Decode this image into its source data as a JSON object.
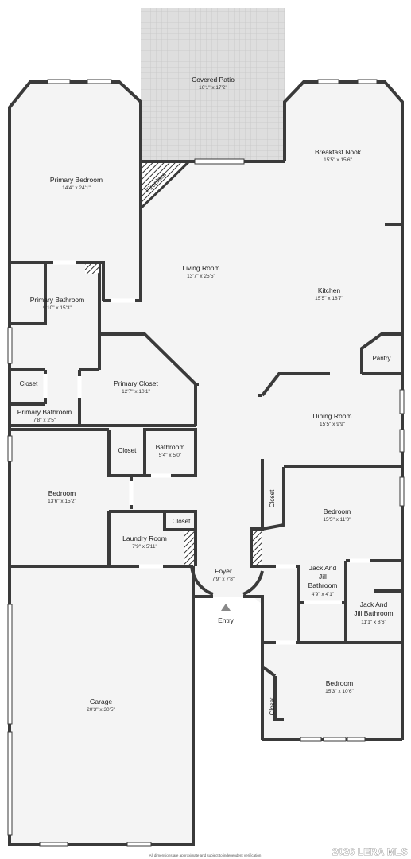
{
  "rooms": {
    "covered_patio": {
      "name": "Covered Patio",
      "dims": "16'1\" x 17'2\""
    },
    "breakfast_nook": {
      "name": "Breakfast Nook",
      "dims": "15'5\" x 15'6\""
    },
    "primary_bedroom": {
      "name": "Primary Bedroom",
      "dims": "14'4\" x 24'1\""
    },
    "living_room": {
      "name": "Living Room",
      "dims": "13'7\" x 25'5\""
    },
    "kitchen": {
      "name": "Kitchen",
      "dims": "15'5\" x 18'7\""
    },
    "primary_bathroom": {
      "name": "Primary Bathroom",
      "dims": "9'10\" x 15'3\""
    },
    "primary_closet": {
      "name": "Primary Closet",
      "dims": "12'7\" x 10'1\""
    },
    "primary_bathroom_2": {
      "name": "Primary Bathroom",
      "dims": "7'8\" x 2'5\""
    },
    "dining_room": {
      "name": "Dining Room",
      "dims": "15'5\" x 9'9\""
    },
    "bathroom": {
      "name": "Bathroom",
      "dims": "5'4\" x 5'0\""
    },
    "bedroom_west": {
      "name": "Bedroom",
      "dims": "13'6\" x 15'2\""
    },
    "bedroom_east": {
      "name": "Bedroom",
      "dims": "15'5\" x 11'0\""
    },
    "laundry_room": {
      "name": "Laundry Room",
      "dims": "7'9\" x 5'11\""
    },
    "foyer": {
      "name": "Foyer",
      "dims": "7'9\" x 7'8\""
    },
    "jack_jill_bath_small": {
      "name_l1": "Jack And",
      "name_l2": "Jill",
      "name_l3": "Bathroom",
      "dims": "4'9\" x 4'1\""
    },
    "jack_jill_bath_large": {
      "name_l1": "Jack And",
      "name_l2": "Jill Bathroom",
      "dims": "11'1\" x 8'6\""
    },
    "garage": {
      "name": "Garage",
      "dims": "20'3\" x 30'5\""
    },
    "bedroom_south": {
      "name": "Bedroom",
      "dims": "15'3\" x 10'6\""
    }
  },
  "labels": {
    "fireplace": "Fireplace",
    "pantry": "Pantry",
    "closet": "Closet",
    "entry": "Entry"
  },
  "footer": {
    "disclaimer": "All dimensions are approximate and subject to independent verification",
    "watermark": "2026 LERA MLS"
  },
  "colors": {
    "wall": "#3a3a3a",
    "floor": "#f4f4f4",
    "patio": "#dcdcdc",
    "window": "#ffffff"
  }
}
